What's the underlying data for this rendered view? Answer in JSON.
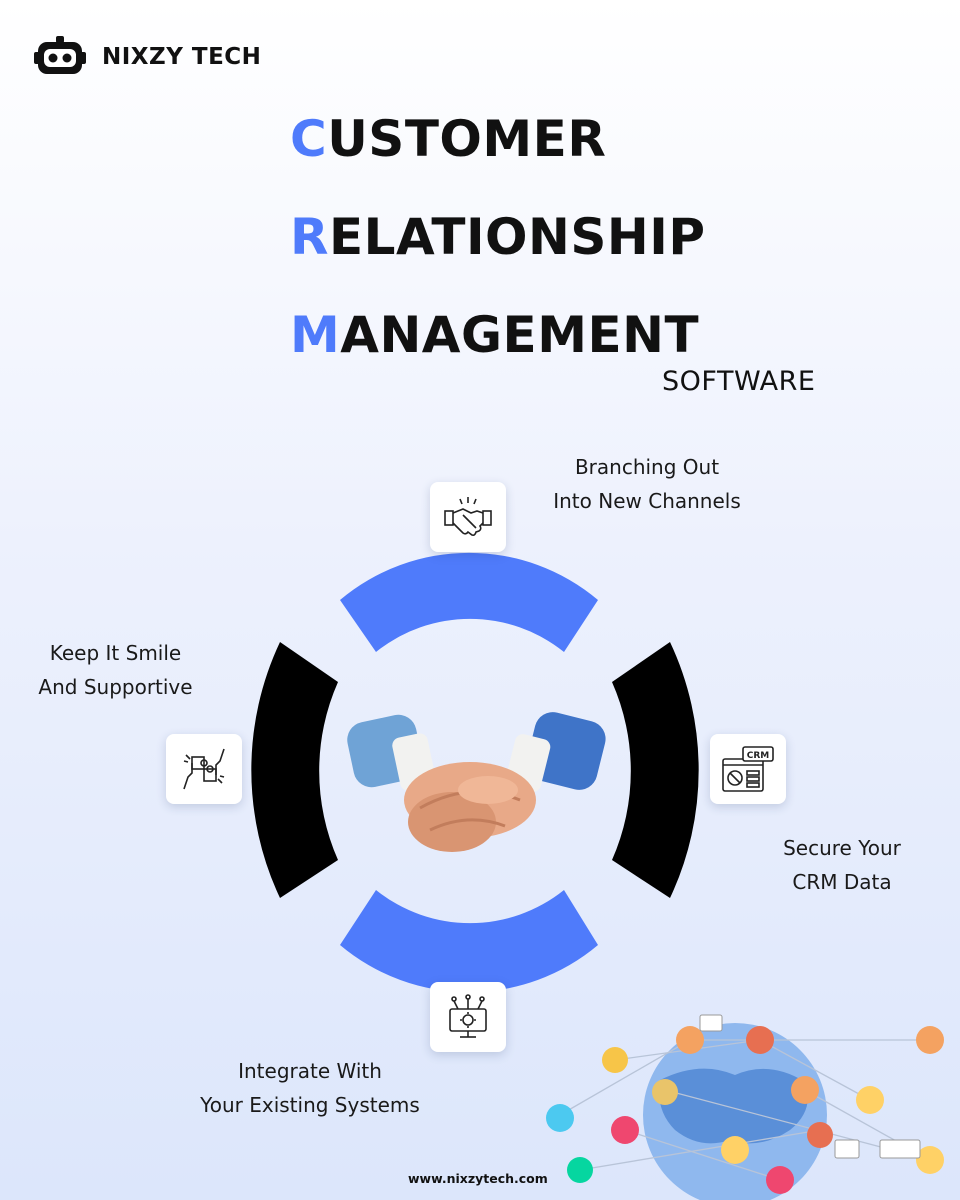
{
  "brand": {
    "name": "NIXZY TECH",
    "logo_icon": "robot-head-icon"
  },
  "heading": {
    "lines": [
      {
        "initial": "C",
        "rest": "USTOMER"
      },
      {
        "initial": "R",
        "rest": "ELATIONSHIP"
      },
      {
        "initial": "M",
        "rest": "ANAGEMENT"
      }
    ],
    "subtitle": "SOFTWARE"
  },
  "features": {
    "top": {
      "line1": "Branching Out",
      "line2": "Into New Channels",
      "icon": "handshake-icon"
    },
    "left": {
      "line1": "Keep It Smile",
      "line2": "And Supportive",
      "icon": "puzzle-hands-icon"
    },
    "right": {
      "line1": "Secure Your",
      "line2": "CRM Data",
      "icon": "crm-dashboard-icon",
      "icon_text": "CRM"
    },
    "bottom": {
      "line1": "Integrate With",
      "line2": "Your Existing Systems",
      "icon": "gear-monitor-icon"
    }
  },
  "center_image": "3d-handshake-illustration",
  "network_image": "global-people-network-illustration",
  "website": "www.nixzytech.com",
  "colors": {
    "accent": "#4f7bfb",
    "dark": "#000000",
    "background": "#e8eefc"
  }
}
